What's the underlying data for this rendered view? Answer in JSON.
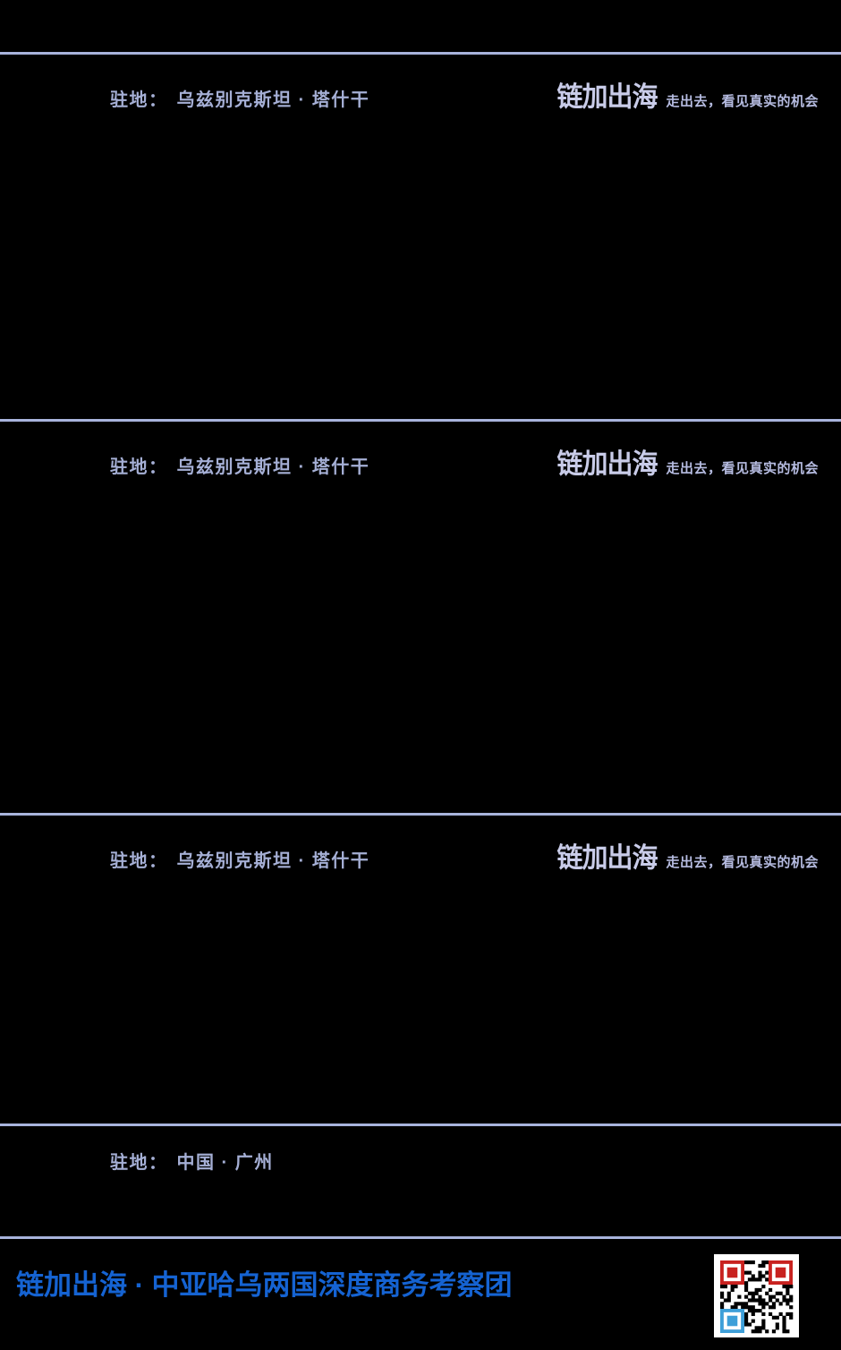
{
  "brand": {
    "logo_text": "链加出海",
    "tagline": "走出去，看见真实的机会"
  },
  "sections": [
    {
      "label": "驻地：",
      "value": "乌兹别克斯坦 · 塔什干",
      "show_logo": true
    },
    {
      "label": "驻地：",
      "value": "乌兹别克斯坦 · 塔什干",
      "show_logo": true
    },
    {
      "label": "驻地：",
      "value": "乌兹别克斯坦 · 塔什干",
      "show_logo": true
    },
    {
      "label": "驻地：",
      "value": "中国 · 广州",
      "show_logo": false
    }
  ],
  "footer": {
    "brand_line": "链加出海 · 中亚哈乌两国深度商务考察团"
  },
  "colors": {
    "background": "#000000",
    "divider": "#a8b3dc",
    "location_text": "#a5afd5",
    "logo_text": "#c9cce9",
    "tagline_text": "#b6bce1",
    "footer_brand": "#1563d2",
    "qr_background": "#ffffff",
    "qr_module": "#000000",
    "qr_finder_top_left": "#c8221f",
    "qr_finder_top_right": "#c8221f",
    "qr_finder_bottom_left": "#3e9fd8"
  }
}
